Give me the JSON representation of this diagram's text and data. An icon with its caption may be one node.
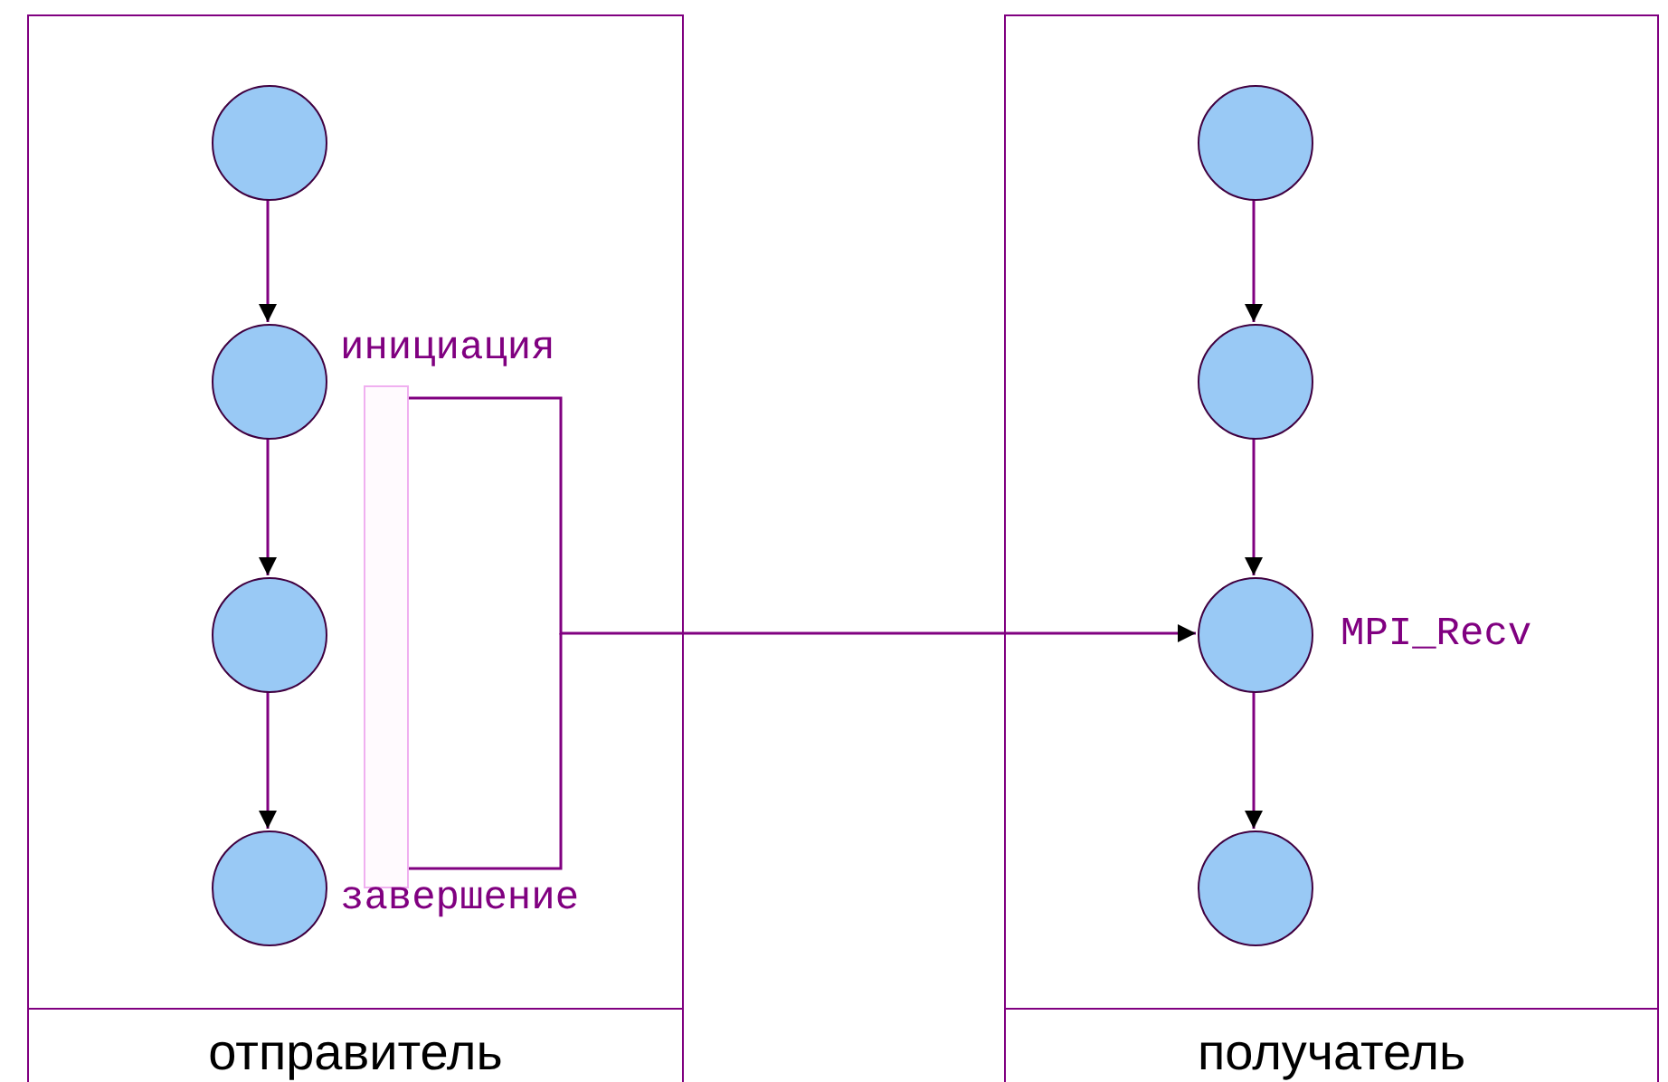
{
  "diagram": {
    "nodes": [
      {
        "text": [
          "отправитель"
        ]
      },
      {
        "text": [],
        "shape": "circle",
        "in": 0
      },
      {
        "text": [],
        "shape": "circle",
        "in": 0
      },
      {
        "text": [],
        "shape": "circle",
        "in": 0
      },
      {
        "text": [],
        "shape": "circle",
        "in": 0
      },
      {
        "text": [],
        "shape": "bar",
        "in": 0,
        "beside": [
          "инициация",
          "завершение"
        ]
      },
      {
        "text": [
          "получатель"
        ]
      },
      {
        "text": [],
        "shape": "circle",
        "in": 6
      },
      {
        "text": [],
        "shape": "circle",
        "in": 6
      },
      {
        "text": [],
        "shape": "circle",
        "in": 6,
        "beside": [
          "MPI_Recv"
        ]
      },
      {
        "text": [],
        "shape": "circle",
        "in": 6
      }
    ],
    "edges": [
      {
        "from": 1,
        "to": 2,
        "arrow": "to"
      },
      {
        "from": 2,
        "to": 3,
        "arrow": "to"
      },
      {
        "from": 3,
        "to": 4,
        "arrow": "to"
      },
      {
        "from": 7,
        "to": 8,
        "arrow": "to"
      },
      {
        "from": 8,
        "to": 9,
        "arrow": "to"
      },
      {
        "from": 9,
        "to": 10,
        "arrow": "to"
      },
      {
        "from": 5,
        "to": 9,
        "arrow": "to"
      }
    ]
  }
}
